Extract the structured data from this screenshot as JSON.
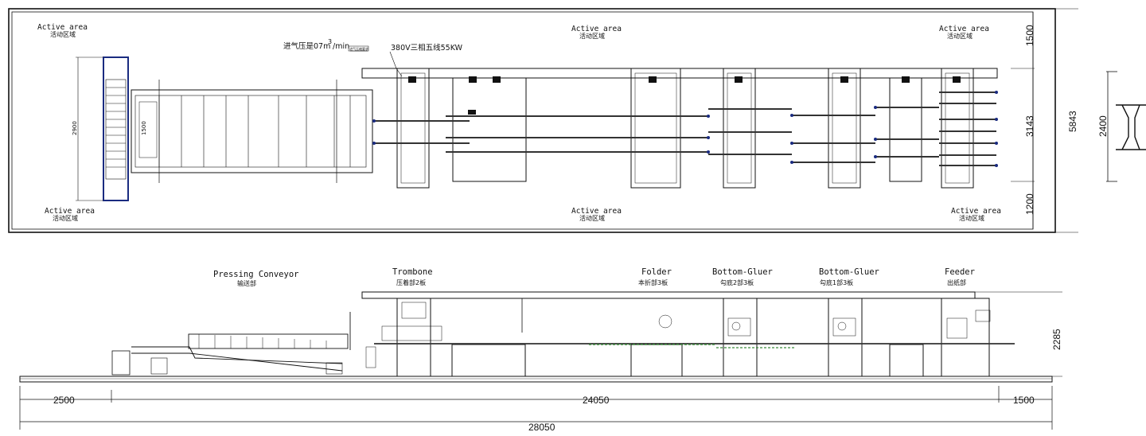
{
  "plan": {
    "active_area_en": "Active area",
    "active_area_cn": "活动区域",
    "air_note": "进气压是07m",
    "air_note_sup": "3",
    "air_note_tail": "/min",
    "air_tag": "进气压缩要求",
    "power_note": "380V三相五线55KW",
    "dims": {
      "top_margin": "1500",
      "center_width": "3143",
      "bottom_margin": "1200",
      "total_width": "5843",
      "machine_height": "2900",
      "inner_width": "1500",
      "side_view_width": "2400"
    }
  },
  "elevation": {
    "stations": [
      {
        "en": "Pressing Conveyor",
        "cn": "输送部"
      },
      {
        "en": "Trombone",
        "cn": "压着部2板"
      },
      {
        "en": "Folder",
        "cn": "本折部3板"
      },
      {
        "en": "Bottom-Gluer",
        "cn": "勾底2部3板"
      },
      {
        "en": "Bottom-Gluer",
        "cn": "勾底1部3板"
      },
      {
        "en": "Feeder",
        "cn": "出纸部"
      }
    ],
    "height_dim": "2285",
    "length_dims": {
      "left": "2500",
      "middle": "24050",
      "right": "1500",
      "total": "28050"
    }
  }
}
